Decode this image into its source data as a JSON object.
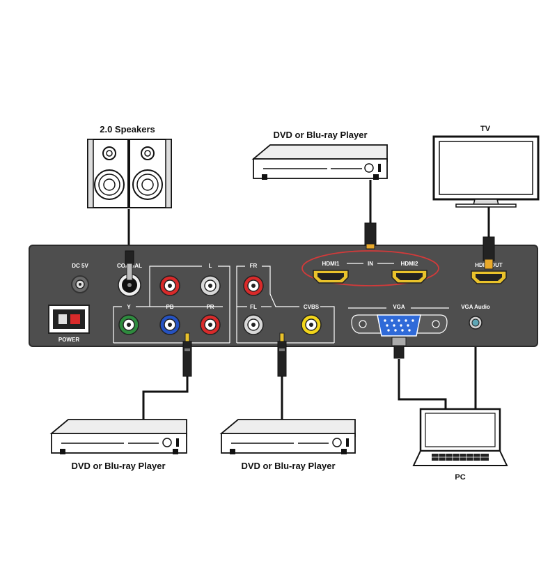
{
  "devices": {
    "speakers_label": "2.0 Speakers",
    "dvd_top_label": "DVD or Blu-ray Player",
    "tv_label": "TV",
    "dvd_left_label": "DVD or Blu-ray Player",
    "dvd_mid_label": "DVD or Blu-ray Player",
    "pc_label": "PC"
  },
  "panel": {
    "dc5v": "DC 5V",
    "power": "POWER",
    "coaxial": "COAXIAL",
    "l": "L",
    "fr": "FR",
    "y": "Y",
    "pb": "PB",
    "pr": "PR",
    "fl": "FL",
    "cvbs": "CVBS",
    "hdmi1": "HDMI1",
    "in": "IN",
    "hdmi2": "HDMI2",
    "hdmi_out": "HDMI OUT",
    "vga": "VGA",
    "vga_audio": "VGA Audio"
  },
  "colors": {
    "panel": "#4e4e4e",
    "gold": "#e9c22b",
    "red": "#d92a2a",
    "green": "#2e8b3e",
    "blue": "#2552c2",
    "yellow": "#f2d51a",
    "highlight": "#d33a3a"
  }
}
